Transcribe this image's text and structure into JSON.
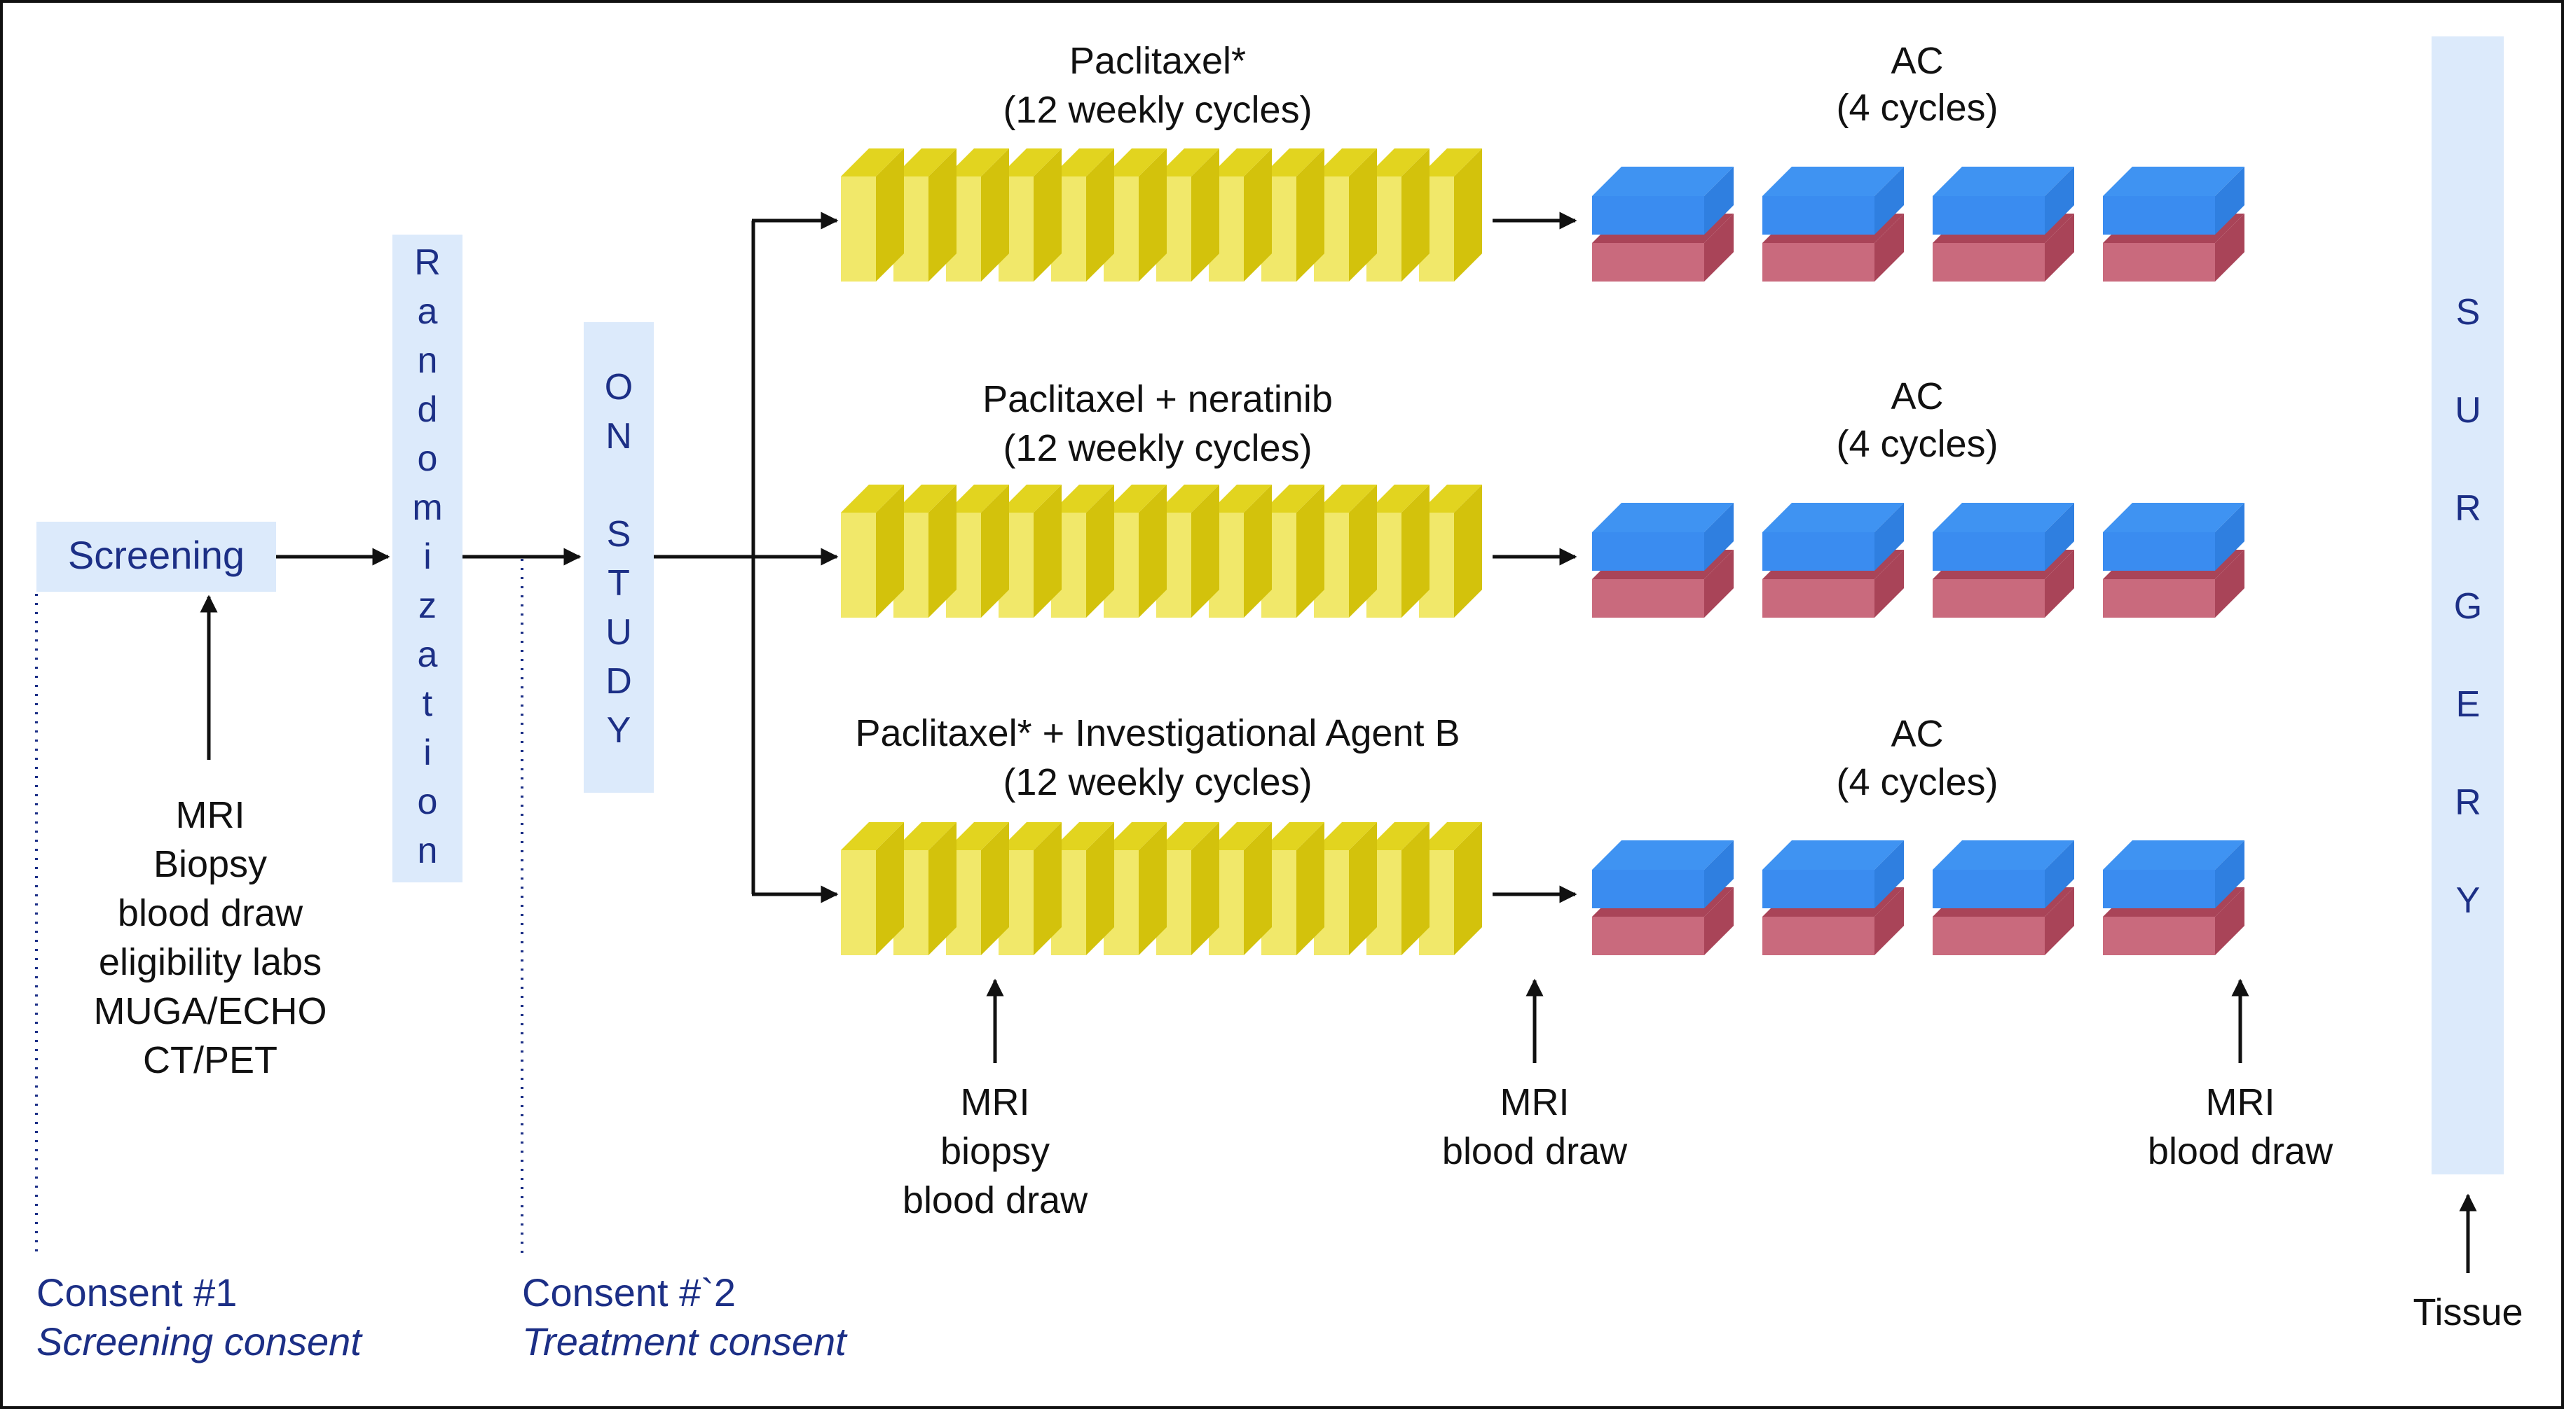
{
  "colors": {
    "panel": "#dceafb",
    "label_text": "#1c2f86",
    "text": "#111111",
    "paclitaxel_face": "#f1e86a",
    "paclitaxel_side": "#d3c20c",
    "paclitaxel_top": "#e2d41f",
    "ac_blue_face": "#3a8cf0",
    "ac_blue_top": "#3f93f2",
    "ac_red_face": "#c96a7d",
    "ac_red_top": "#a94458"
  },
  "screening": {
    "label": "Screening"
  },
  "randomization": {
    "letters": [
      "R",
      "a",
      "n",
      "d",
      "o",
      "m",
      "i",
      "z",
      "a",
      "t",
      "i",
      "o",
      "n"
    ]
  },
  "on_study": {
    "col1": [
      "O",
      "N"
    ],
    "col2": [
      "S",
      "T",
      "U",
      "D",
      "Y"
    ]
  },
  "surgery": {
    "letters": [
      "S",
      "U",
      "R",
      "G",
      "E",
      "R",
      "Y"
    ]
  },
  "screening_tests": [
    "MRI",
    "Biopsy",
    "blood draw",
    "eligibility labs",
    "MUGA/ECHO",
    "CT/PET"
  ],
  "consents": [
    {
      "title": "Consent #1",
      "subtitle": "Screening consent"
    },
    {
      "title": "Consent #`2",
      "subtitle": "Treatment consent"
    }
  ],
  "arms": [
    {
      "label": "Paclitaxel*",
      "cycles": "(12 weekly cycles)",
      "ac_label": "AC",
      "ac_cycles": "(4 cycles)"
    },
    {
      "label": "Paclitaxel + neratinib",
      "cycles": "(12 weekly cycles)",
      "ac_label": "AC",
      "ac_cycles": "(4 cycles)"
    },
    {
      "label": "Paclitaxel* + Investigational Agent B",
      "cycles": "(12 weekly cycles)",
      "ac_label": "AC",
      "ac_cycles": "(4 cycles)"
    }
  ],
  "paclitaxel_block_count": 12,
  "ac_block_count": 4,
  "timepoints": [
    {
      "lines": [
        "MRI",
        "biopsy",
        "blood draw"
      ]
    },
    {
      "lines": [
        "MRI",
        "blood draw"
      ]
    },
    {
      "lines": [
        "MRI",
        "blood draw"
      ]
    }
  ],
  "tissue": {
    "label": "Tissue"
  }
}
